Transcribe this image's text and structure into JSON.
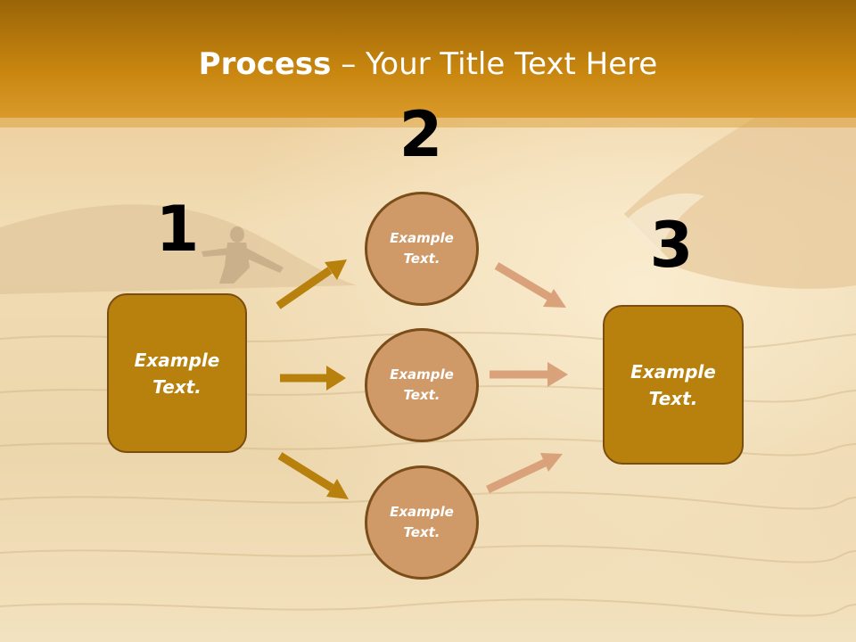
{
  "title": {
    "bold": "Process",
    "dash": " – ",
    "rest": "Your Title Text Here"
  },
  "steps": {
    "one": "1",
    "two": "2",
    "three": "3"
  },
  "left_box": {
    "label": "Example\nText."
  },
  "right_box": {
    "label": "Example\nText."
  },
  "circles": [
    {
      "label": "Example\nText."
    },
    {
      "label": "Example\nText."
    },
    {
      "label": "Example\nText."
    }
  ],
  "colors": {
    "header": "#c38410",
    "box_fill": "#b8800c",
    "circle_fill": "#cf9a68",
    "arrow_left": "#b8800c",
    "arrow_right": "#d9a27a"
  }
}
